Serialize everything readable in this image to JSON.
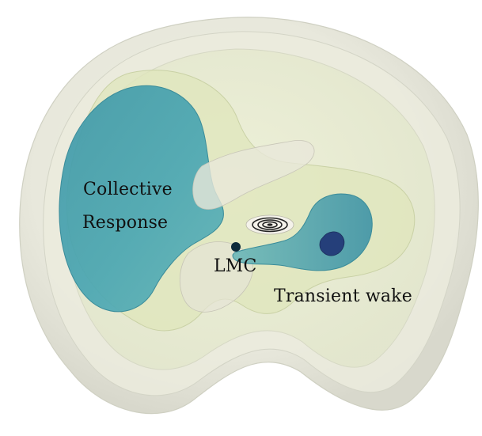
{
  "labels": {
    "collective_line1": "Collective",
    "collective_line2": "Response",
    "lmc": "LMC",
    "transient_wake": "Transient wake"
  },
  "icons": {
    "galaxy_center": "milky-way-disk-icon",
    "lmc_marker": "lmc-dot-icon"
  },
  "colors": {
    "outer_shell": "#e9e8de",
    "mid_shell": "#ecefd6",
    "inner_green": "#dfe6bb",
    "teal_region": "#4aa3ae",
    "dark_blue_core": "#253f7a",
    "lmc_dot": "#0c2a3a",
    "text": "#111111"
  }
}
